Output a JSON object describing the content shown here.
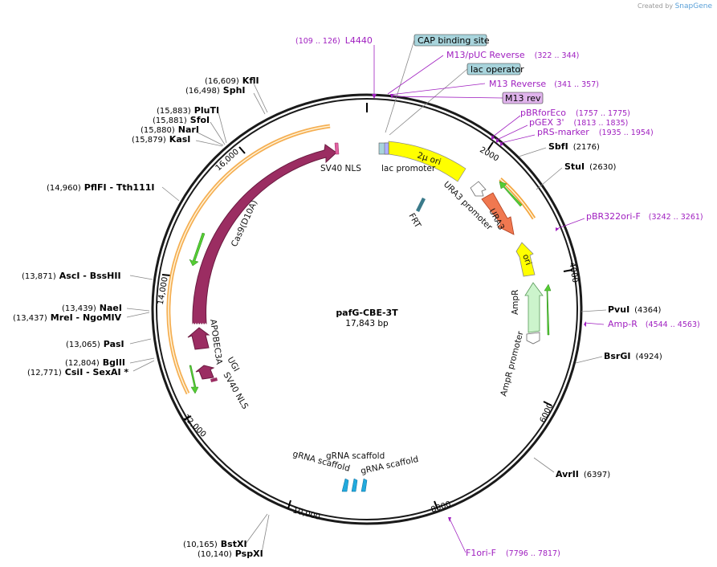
{
  "credit": {
    "prefix": "Created by",
    "brand": "SnapGene"
  },
  "plasmid": {
    "name": "pafG-CBE-3T",
    "length": "17,843 bp"
  },
  "sites_left": [
    {
      "pos": "(16,609)",
      "name": "KflI"
    },
    {
      "pos": "(16,498)",
      "name": "SphI"
    },
    {
      "pos": "(15,883)",
      "name": "PluTI"
    },
    {
      "pos": "(15,881)",
      "name": "SfoI"
    },
    {
      "pos": "(15,880)",
      "name": "NarI"
    },
    {
      "pos": "(15,879)",
      "name": "KasI"
    },
    {
      "pos": "(14,960)",
      "name": "PflFI  - Tth111I"
    },
    {
      "pos": "(13,871)",
      "name": "AscI  - BssHII"
    },
    {
      "pos": "(13,439)",
      "name": "NaeI"
    },
    {
      "pos": "(13,437)",
      "name": "MreI  - NgoMIV"
    },
    {
      "pos": "(13,065)",
      "name": "PasI"
    },
    {
      "pos": "(12,804)",
      "name": "BglII"
    },
    {
      "pos": "(12,771)",
      "name": "CsiI  - SexAI  *"
    },
    {
      "pos": "(10,165)",
      "name": "BstXI"
    },
    {
      "pos": "(10,140)",
      "name": "PspXI"
    }
  ],
  "sites_right": [
    {
      "name": "SbfI",
      "pos": "(2176)"
    },
    {
      "name": "StuI",
      "pos": "(2630)"
    },
    {
      "name": "PvuI",
      "pos": "(4364)"
    },
    {
      "name": "BsrGI",
      "pos": "(4924)"
    },
    {
      "name": "AvrII",
      "pos": "(6397)"
    }
  ],
  "primers": [
    {
      "name": "L4440",
      "pos": "(109 .. 126)"
    },
    {
      "name": "M13/pUC Reverse",
      "pos": "(322 .. 344)"
    },
    {
      "name": "M13 Reverse",
      "pos": "(341 .. 357)"
    },
    {
      "name": "pBRforEco",
      "pos": "(1757 .. 1775)"
    },
    {
      "name": "pGEX 3'",
      "pos": "(1813 .. 1835)"
    },
    {
      "name": "pRS-marker",
      "pos": "(1935 .. 1954)"
    },
    {
      "name": "pBR322ori-F",
      "pos": "(3242 .. 3261)"
    },
    {
      "name": "Amp-R",
      "pos": "(4544 .. 4563)"
    },
    {
      "name": "F1ori-F",
      "pos": "(7796 .. 7817)"
    }
  ],
  "boxes": [
    {
      "name": "CAP binding site",
      "color": "#a8d4dc"
    },
    {
      "name": "lac operator",
      "color": "#a8d4dc"
    },
    {
      "name": "M13 rev",
      "color": "#e0b4ec"
    }
  ],
  "features": {
    "two_micron_ori": "2μ ori",
    "lac_promoter": "lac promoter",
    "ura3_promoter": "URA3 promoter",
    "ura3": "URA3",
    "frt": "FRT",
    "ori": "ori",
    "ampr": "AmpR",
    "ampr_promoter": "AmpR promoter",
    "sv40_nls_top": "SV40 NLS",
    "cas9": "Cas9(D10A)",
    "apobec3a": "APOBEC3A",
    "ugi": "UGI",
    "sv40_nls_bottom": "SV40 NLS",
    "grna1": "gRNA scaffold",
    "grna2": "gRNA scaffold",
    "grna3": "gRNA scaffold"
  },
  "ticks": [
    "2000",
    "4000",
    "6000",
    "8000",
    "10,000",
    "12,000",
    "14,000",
    "16,000"
  ],
  "colors": {
    "backbone": "#1a1a1a",
    "primer": "#a020c0",
    "cas9": "#9b2d62",
    "ura3": "#f07850",
    "ori": "#ffff00",
    "ampr": "#ccf4cc",
    "frt": "#3a7a8a",
    "grna": "#22aadd",
    "orange_arc": "#f4a640",
    "green_arrow": "#55cc33"
  }
}
